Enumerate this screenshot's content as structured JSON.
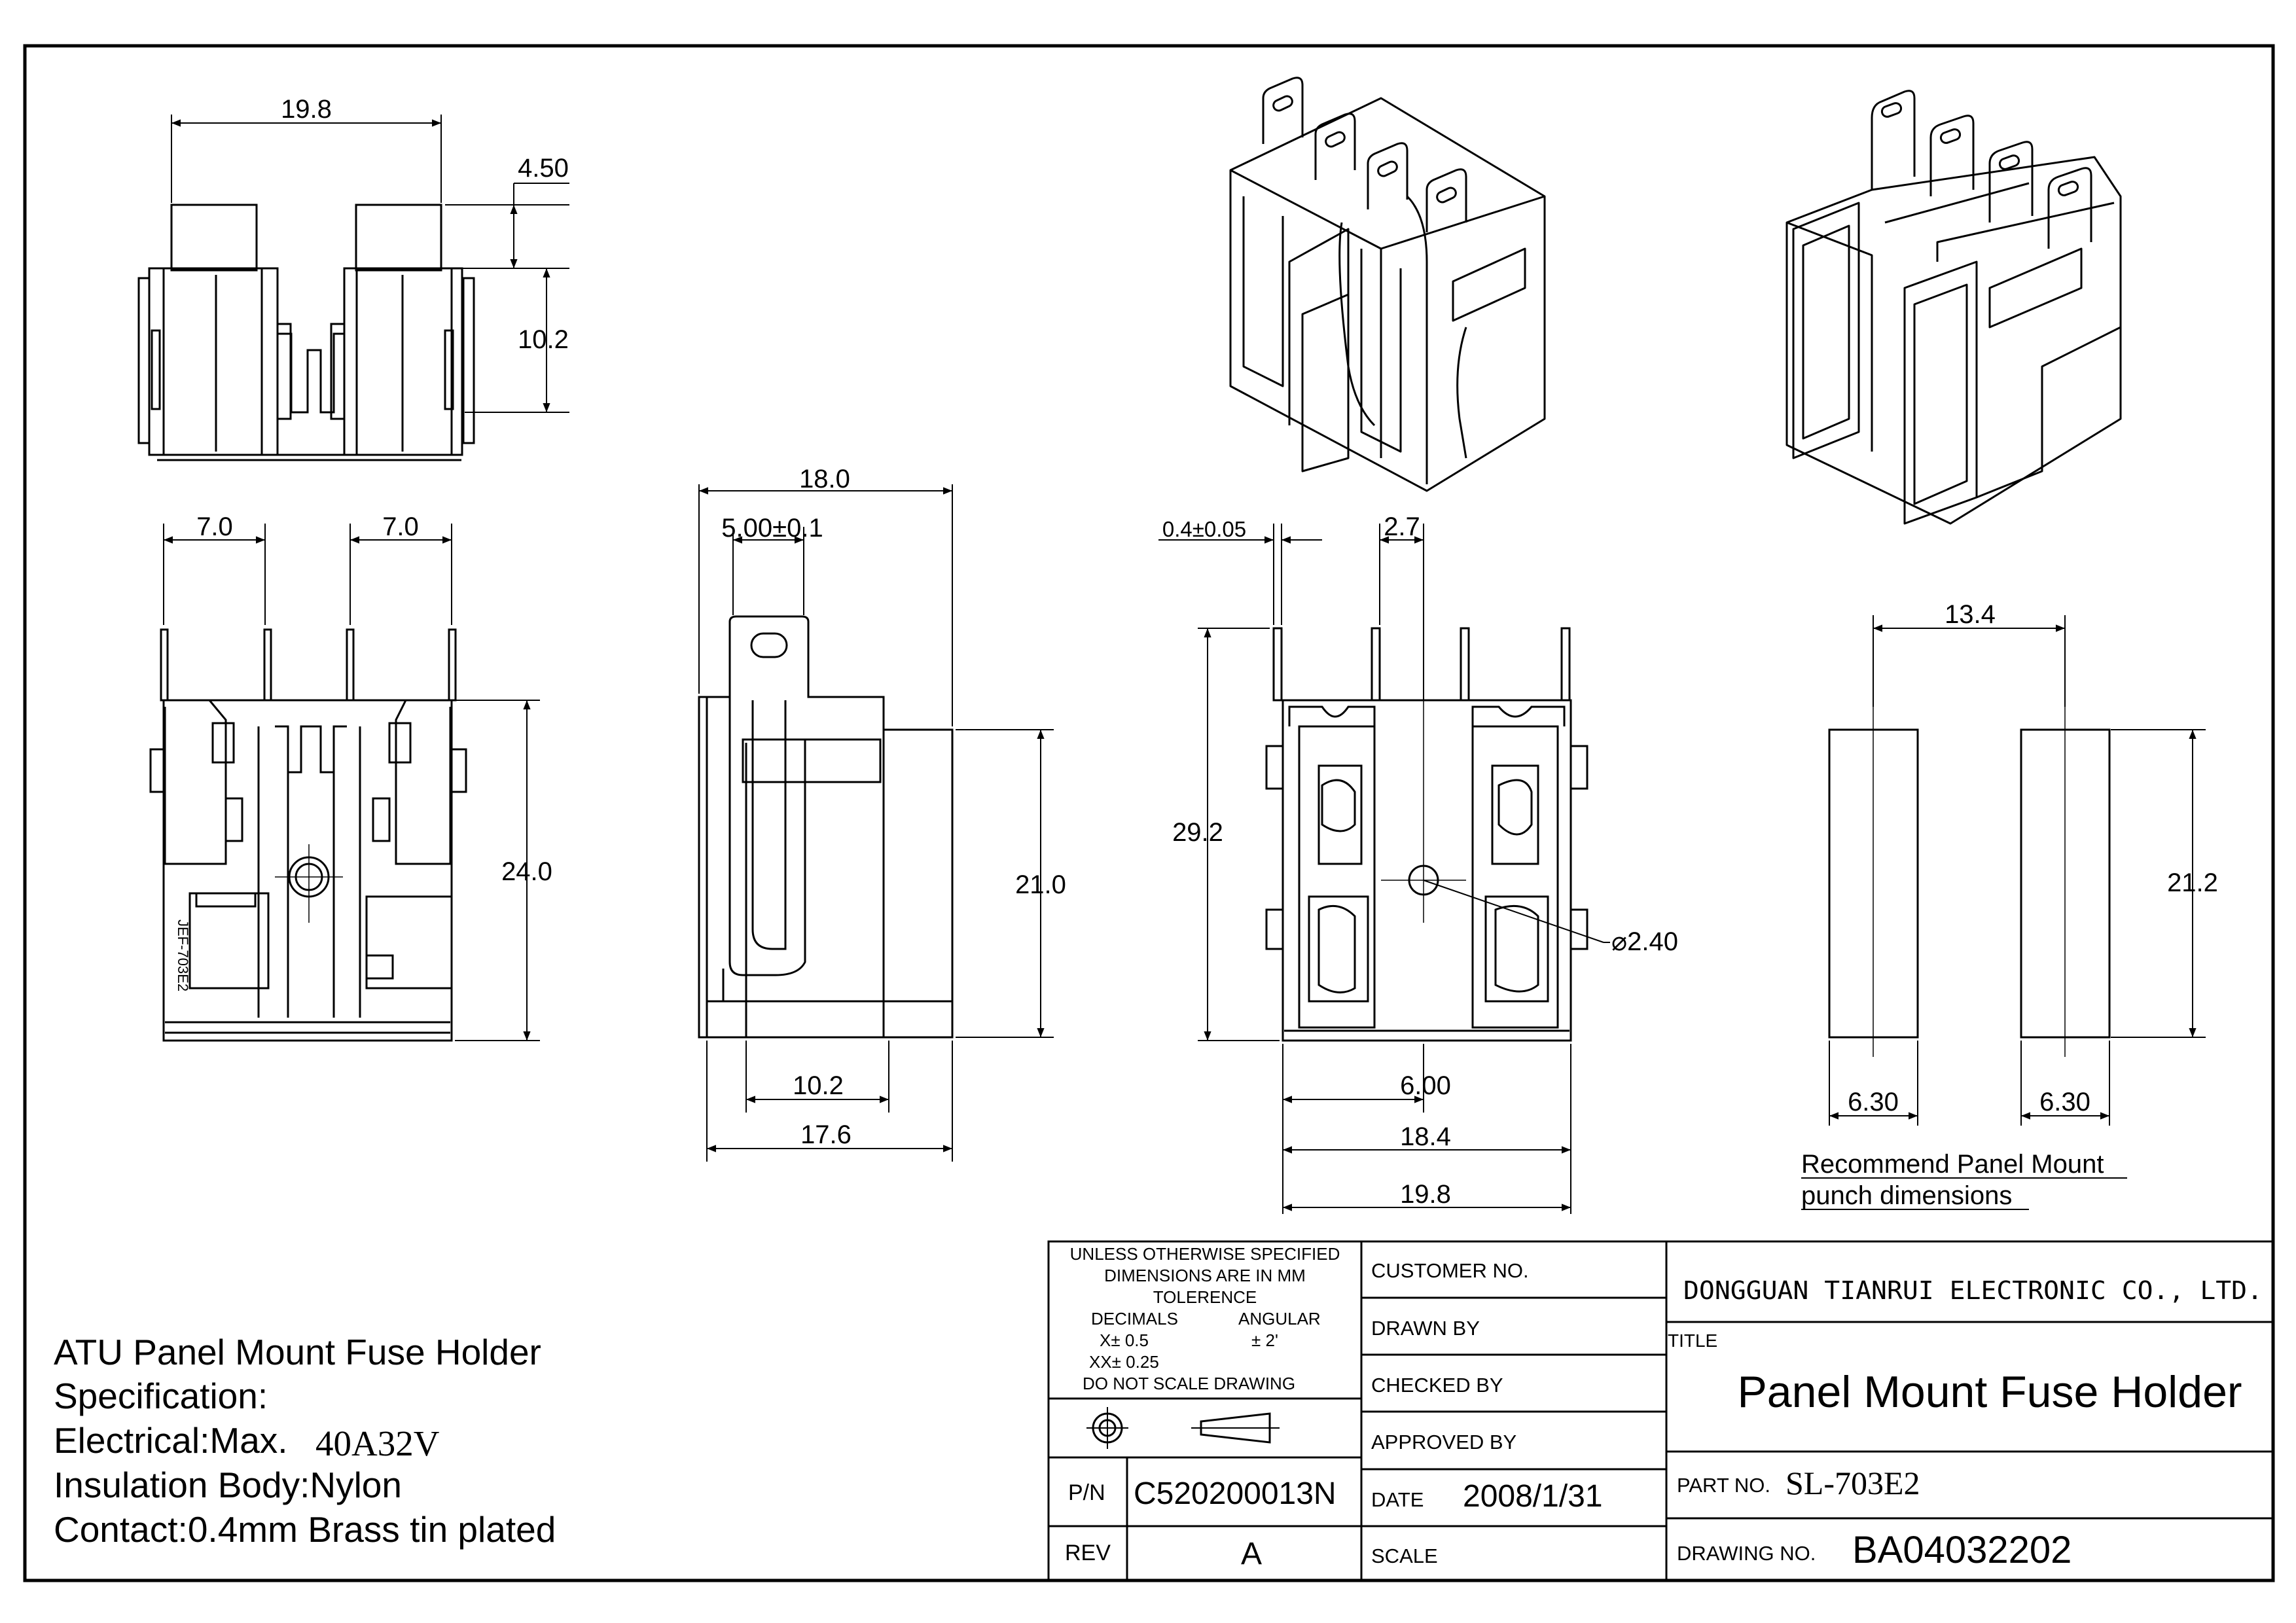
{
  "dimensions": {
    "top_width": "19.8",
    "top_tab_height": "4.50",
    "top_body_height": "10.2",
    "front_pitch_left": "7.0",
    "front_pitch_right": "7.0",
    "front_height": "24.0",
    "side_width_top": "18.0",
    "side_tab_width": "5.00±0.1",
    "side_height": "21.0",
    "side_bottom_inner": "10.2",
    "side_bottom_total": "17.6",
    "rear_thickness": "0.4±0.05",
    "rear_offset": "2.7",
    "rear_height": "29.2",
    "rear_hole": "⌀2.40",
    "rear_hole_offset": "6.00",
    "rear_inner_width": "18.4",
    "rear_total_width": "19.8",
    "panel_pitch": "13.4",
    "panel_height": "21.2",
    "panel_slot_left": "6.30",
    "panel_slot_right": "6.30"
  },
  "panel_note": {
    "line1": "Recommend Panel Mount",
    "line2": "punch dimensions"
  },
  "specification": {
    "title": "ATU Panel Mount Fuse Holder",
    "heading": "Specification:",
    "electrical_label": "Electrical:Max.",
    "electrical_value": "40A32V",
    "insulation": "Insulation Body:Nylon",
    "contact": "Contact:0.4mm Brass tin plated"
  },
  "part_marking": "JEF-703E2",
  "title_block": {
    "tolerance_line1": "UNLESS OTHERWISE SPECIFIED",
    "tolerance_line2": "DIMENSIONS ARE IN MM",
    "tolerance_line3": "TOLERENCE",
    "decimals_label": "DECIMALS",
    "angular_label": "ANGULAR",
    "x_tol": "X± 0.5",
    "xx_tol": "XX± 0.25",
    "angular_tol": "±  2'",
    "no_scale": "DO NOT SCALE DRAWING",
    "pn_label": "P/N",
    "pn_value": "C520200013N",
    "rev_label": "REV",
    "rev_value": "A",
    "customer_label": "CUSTOMER NO.",
    "drawn_label": "DRAWN BY",
    "checked_label": "CHECKED BY",
    "approved_label": "APPROVED BY",
    "date_label": "DATE",
    "date_value": "2008/1/31",
    "scale_label": "SCALE",
    "company": "DONGGUAN TIANRUI ELECTRONIC CO., LTD.",
    "title_label": "TITLE",
    "title_value": "Panel Mount Fuse Holder",
    "part_label": "PART NO.",
    "part_value": "SL-703E2",
    "drawing_label": "DRAWING NO.",
    "drawing_value": "BA04032202"
  }
}
